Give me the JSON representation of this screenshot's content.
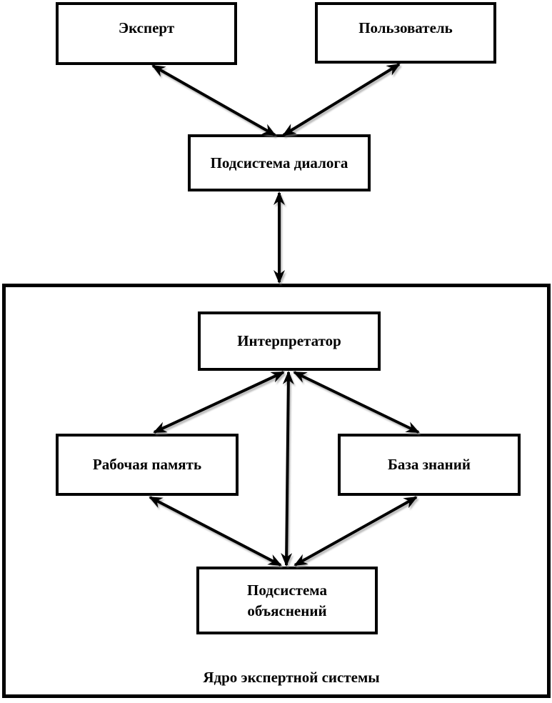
{
  "diagram": {
    "nodes": {
      "expert": "Эксперт",
      "user": "Пользователь",
      "dialog_subsystem": "Подсистема диалога",
      "interpreter": "Интерпретатор",
      "working_memory": "Рабочая память",
      "knowledge_base": "База знаний",
      "explanation_subsystem": "Подсистема\nобъяснений",
      "core_caption": "Ядро экспертной системы"
    },
    "edges": [
      {
        "from": "Эксперт",
        "to": "Подсистема диалога",
        "direction": "bidirectional"
      },
      {
        "from": "Пользователь",
        "to": "Подсистема диалога",
        "direction": "bidirectional"
      },
      {
        "from": "Подсистема диалога",
        "to": "Ядро экспертной системы",
        "direction": "bidirectional"
      },
      {
        "from": "Интерпретатор",
        "to": "Рабочая память",
        "direction": "bidirectional"
      },
      {
        "from": "Интерпретатор",
        "to": "Подсистема объяснений",
        "direction": "bidirectional"
      },
      {
        "from": "Интерпретатор",
        "to": "База знаний",
        "direction": "bidirectional"
      },
      {
        "from": "Рабочая память",
        "to": "Подсистема объяснений",
        "direction": "bidirectional"
      },
      {
        "from": "База знаний",
        "to": "Подсистема объяснений",
        "direction": "bidirectional"
      }
    ],
    "colors": {
      "line": "#000000",
      "box_border": "#000000",
      "background": "#ffffff",
      "text": "#000000"
    }
  }
}
